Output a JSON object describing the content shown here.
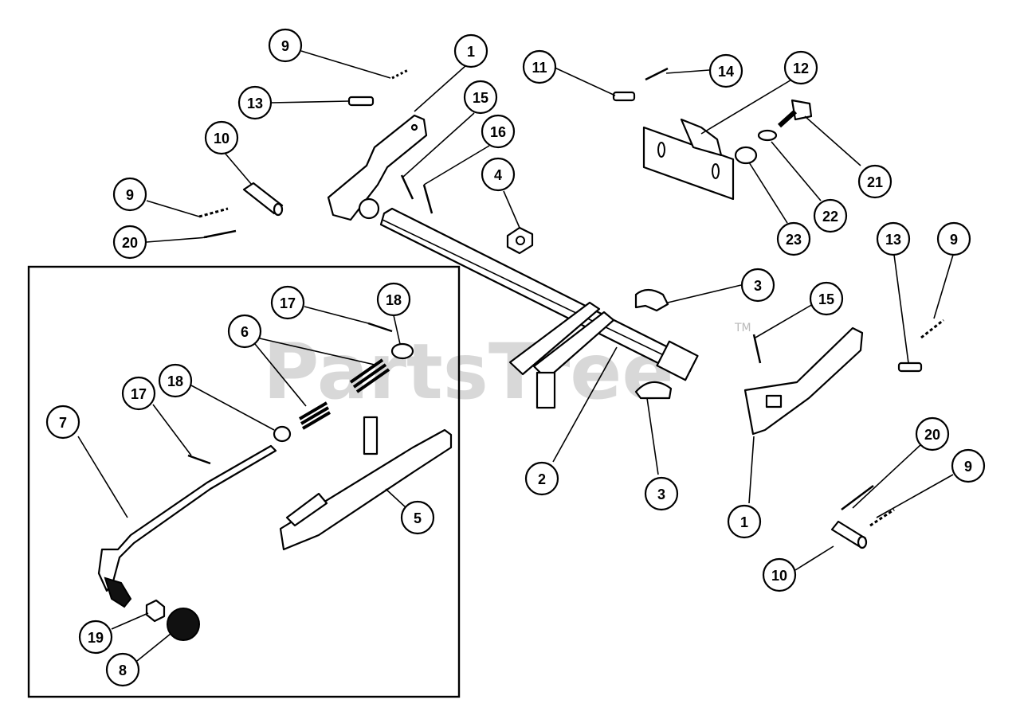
{
  "watermark": {
    "text": "PartsTree",
    "tm": "TM"
  },
  "callouts": [
    {
      "id": "c9a",
      "label": "9"
    },
    {
      "id": "c1a",
      "label": "1"
    },
    {
      "id": "c13a",
      "label": "13"
    },
    {
      "id": "c10a",
      "label": "10"
    },
    {
      "id": "c9b",
      "label": "9"
    },
    {
      "id": "c20a",
      "label": "20"
    },
    {
      "id": "c15a",
      "label": "15"
    },
    {
      "id": "c16",
      "label": "16"
    },
    {
      "id": "c4",
      "label": "4"
    },
    {
      "id": "c11",
      "label": "11"
    },
    {
      "id": "c14",
      "label": "14"
    },
    {
      "id": "c12",
      "label": "12"
    },
    {
      "id": "c21",
      "label": "21"
    },
    {
      "id": "c22",
      "label": "22"
    },
    {
      "id": "c23",
      "label": "23"
    },
    {
      "id": "c13b",
      "label": "13"
    },
    {
      "id": "c9c",
      "label": "9"
    },
    {
      "id": "c3a",
      "label": "3"
    },
    {
      "id": "c15b",
      "label": "15"
    },
    {
      "id": "c17a",
      "label": "17"
    },
    {
      "id": "c18a",
      "label": "18"
    },
    {
      "id": "c6",
      "label": "6"
    },
    {
      "id": "c18b",
      "label": "18"
    },
    {
      "id": "c17b",
      "label": "17"
    },
    {
      "id": "c7",
      "label": "7"
    },
    {
      "id": "c5",
      "label": "5"
    },
    {
      "id": "c2",
      "label": "2"
    },
    {
      "id": "c3b",
      "label": "3"
    },
    {
      "id": "c1b",
      "label": "1"
    },
    {
      "id": "c20b",
      "label": "20"
    },
    {
      "id": "c9d",
      "label": "9"
    },
    {
      "id": "c10b",
      "label": "10"
    },
    {
      "id": "c19",
      "label": "19"
    },
    {
      "id": "c8",
      "label": "8"
    }
  ]
}
